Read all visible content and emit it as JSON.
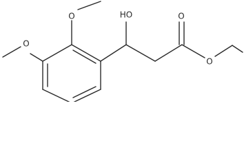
{
  "molecule": {
    "atoms": {
      "hydroxyl": "HO",
      "methoxy_top_o": "O",
      "methoxy_left_o": "O",
      "carbonyl_o": "O",
      "ester_o": "O"
    }
  }
}
